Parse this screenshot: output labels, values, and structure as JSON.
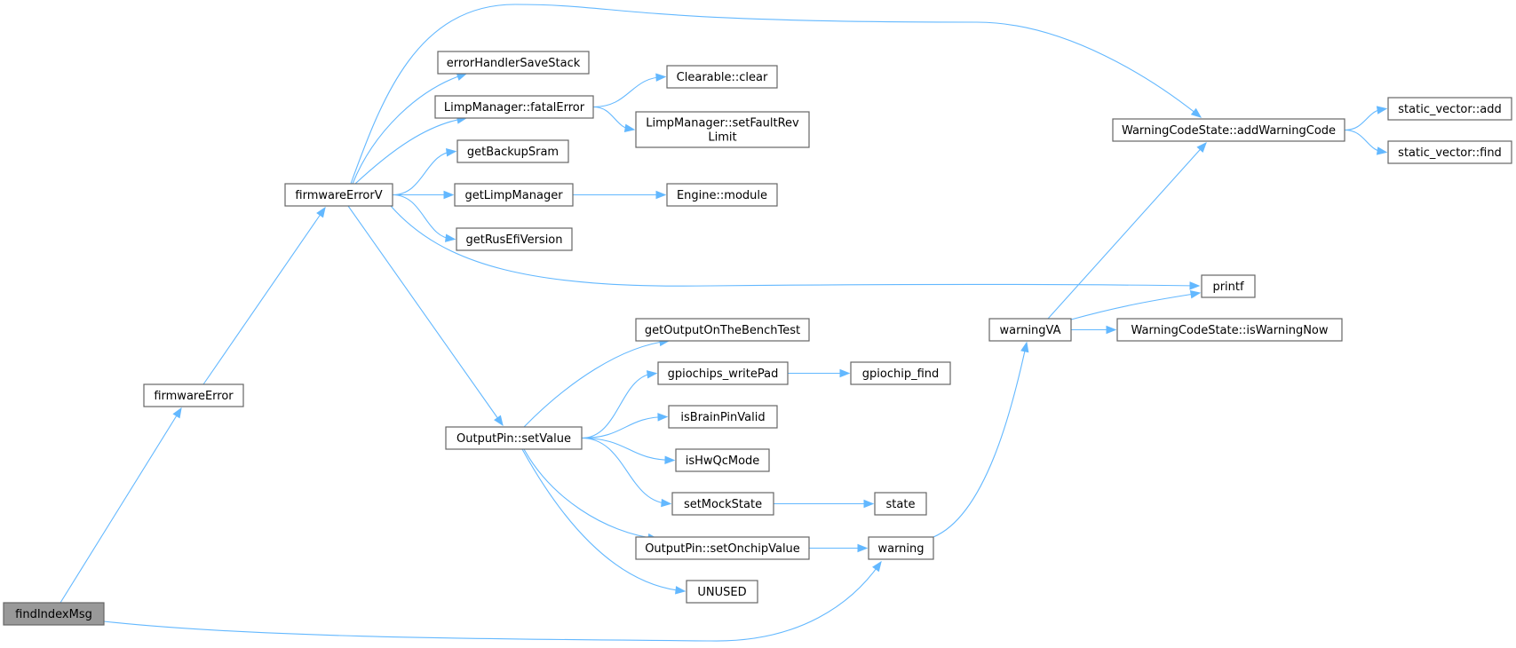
{
  "nodes": {
    "findIndexMsg": {
      "label": "findIndexMsg",
      "root": true
    },
    "firmwareError": {
      "label": "firmwareError"
    },
    "firmwareErrorV": {
      "label": "firmwareErrorV"
    },
    "warning": {
      "label": "warning"
    },
    "WarningCodeState_addWarningCode": {
      "label": "WarningCodeState::addWarningCode"
    },
    "errorHandlerSaveStack": {
      "label": "errorHandlerSaveStack"
    },
    "LimpManager_fatalError": {
      "label": "LimpManager::fatalError"
    },
    "getBackupSram": {
      "label": "getBackupSram"
    },
    "getLimpManager": {
      "label": "getLimpManager"
    },
    "getRusEfiVersion": {
      "label": "getRusEfiVersion"
    },
    "OutputPin_setValue": {
      "label": "OutputPin::setValue"
    },
    "printf": {
      "label": "printf"
    },
    "static_vector_add": {
      "label": "static_vector::add"
    },
    "static_vector_find": {
      "label": "static_vector::find"
    },
    "Clearable_clear": {
      "label": "Clearable::clear"
    },
    "LimpManager_setFaultRevLimit": {
      "label": "LimpManager::setFaultRev",
      "label2": "Limit"
    },
    "Engine_module": {
      "label": "Engine::module"
    },
    "getOutputOnTheBenchTest": {
      "label": "getOutputOnTheBenchTest"
    },
    "gpiochips_writePad": {
      "label": "gpiochips_writePad"
    },
    "isBrainPinValid": {
      "label": "isBrainPinValid"
    },
    "isHwQcMode": {
      "label": "isHwQcMode"
    },
    "setMockState": {
      "label": "setMockState"
    },
    "OutputPin_setOnchipValue": {
      "label": "OutputPin::setOnchipValue"
    },
    "UNUSED": {
      "label": "UNUSED"
    },
    "gpiochip_find": {
      "label": "gpiochip_find"
    },
    "state": {
      "label": "state"
    },
    "warningVA": {
      "label": "warningVA"
    },
    "WarningCodeState_isWarningNow": {
      "label": "WarningCodeState::isWarningNow"
    }
  },
  "edges": [
    {
      "from": "findIndexMsg",
      "to": "firmwareError"
    },
    {
      "from": "findIndexMsg",
      "to": "warning"
    },
    {
      "from": "firmwareError",
      "to": "firmwareErrorV"
    },
    {
      "from": "firmwareErrorV",
      "to": "WarningCodeState_addWarningCode"
    },
    {
      "from": "firmwareErrorV",
      "to": "errorHandlerSaveStack"
    },
    {
      "from": "firmwareErrorV",
      "to": "LimpManager_fatalError"
    },
    {
      "from": "firmwareErrorV",
      "to": "getBackupSram"
    },
    {
      "from": "firmwareErrorV",
      "to": "getLimpManager"
    },
    {
      "from": "firmwareErrorV",
      "to": "getRusEfiVersion"
    },
    {
      "from": "firmwareErrorV",
      "to": "OutputPin_setValue"
    },
    {
      "from": "firmwareErrorV",
      "to": "printf"
    },
    {
      "from": "WarningCodeState_addWarningCode",
      "to": "static_vector_add"
    },
    {
      "from": "WarningCodeState_addWarningCode",
      "to": "static_vector_find"
    },
    {
      "from": "LimpManager_fatalError",
      "to": "Clearable_clear"
    },
    {
      "from": "LimpManager_fatalError",
      "to": "LimpManager_setFaultRevLimit"
    },
    {
      "from": "getLimpManager",
      "to": "Engine_module"
    },
    {
      "from": "OutputPin_setValue",
      "to": "getOutputOnTheBenchTest"
    },
    {
      "from": "OutputPin_setValue",
      "to": "gpiochips_writePad"
    },
    {
      "from": "OutputPin_setValue",
      "to": "isBrainPinValid"
    },
    {
      "from": "OutputPin_setValue",
      "to": "isHwQcMode"
    },
    {
      "from": "OutputPin_setValue",
      "to": "setMockState"
    },
    {
      "from": "OutputPin_setValue",
      "to": "OutputPin_setOnchipValue"
    },
    {
      "from": "OutputPin_setValue",
      "to": "UNUSED"
    },
    {
      "from": "gpiochips_writePad",
      "to": "gpiochip_find"
    },
    {
      "from": "setMockState",
      "to": "state"
    },
    {
      "from": "OutputPin_setOnchipValue",
      "to": "warning"
    },
    {
      "from": "warning",
      "to": "warningVA"
    },
    {
      "from": "warningVA",
      "to": "WarningCodeState_addWarningCode"
    },
    {
      "from": "warningVA",
      "to": "printf"
    },
    {
      "from": "warningVA",
      "to": "WarningCodeState_isWarningNow"
    }
  ],
  "colors": {
    "edge": "#63b8ff",
    "node_border": "#666666",
    "root_fill": "#999999"
  }
}
